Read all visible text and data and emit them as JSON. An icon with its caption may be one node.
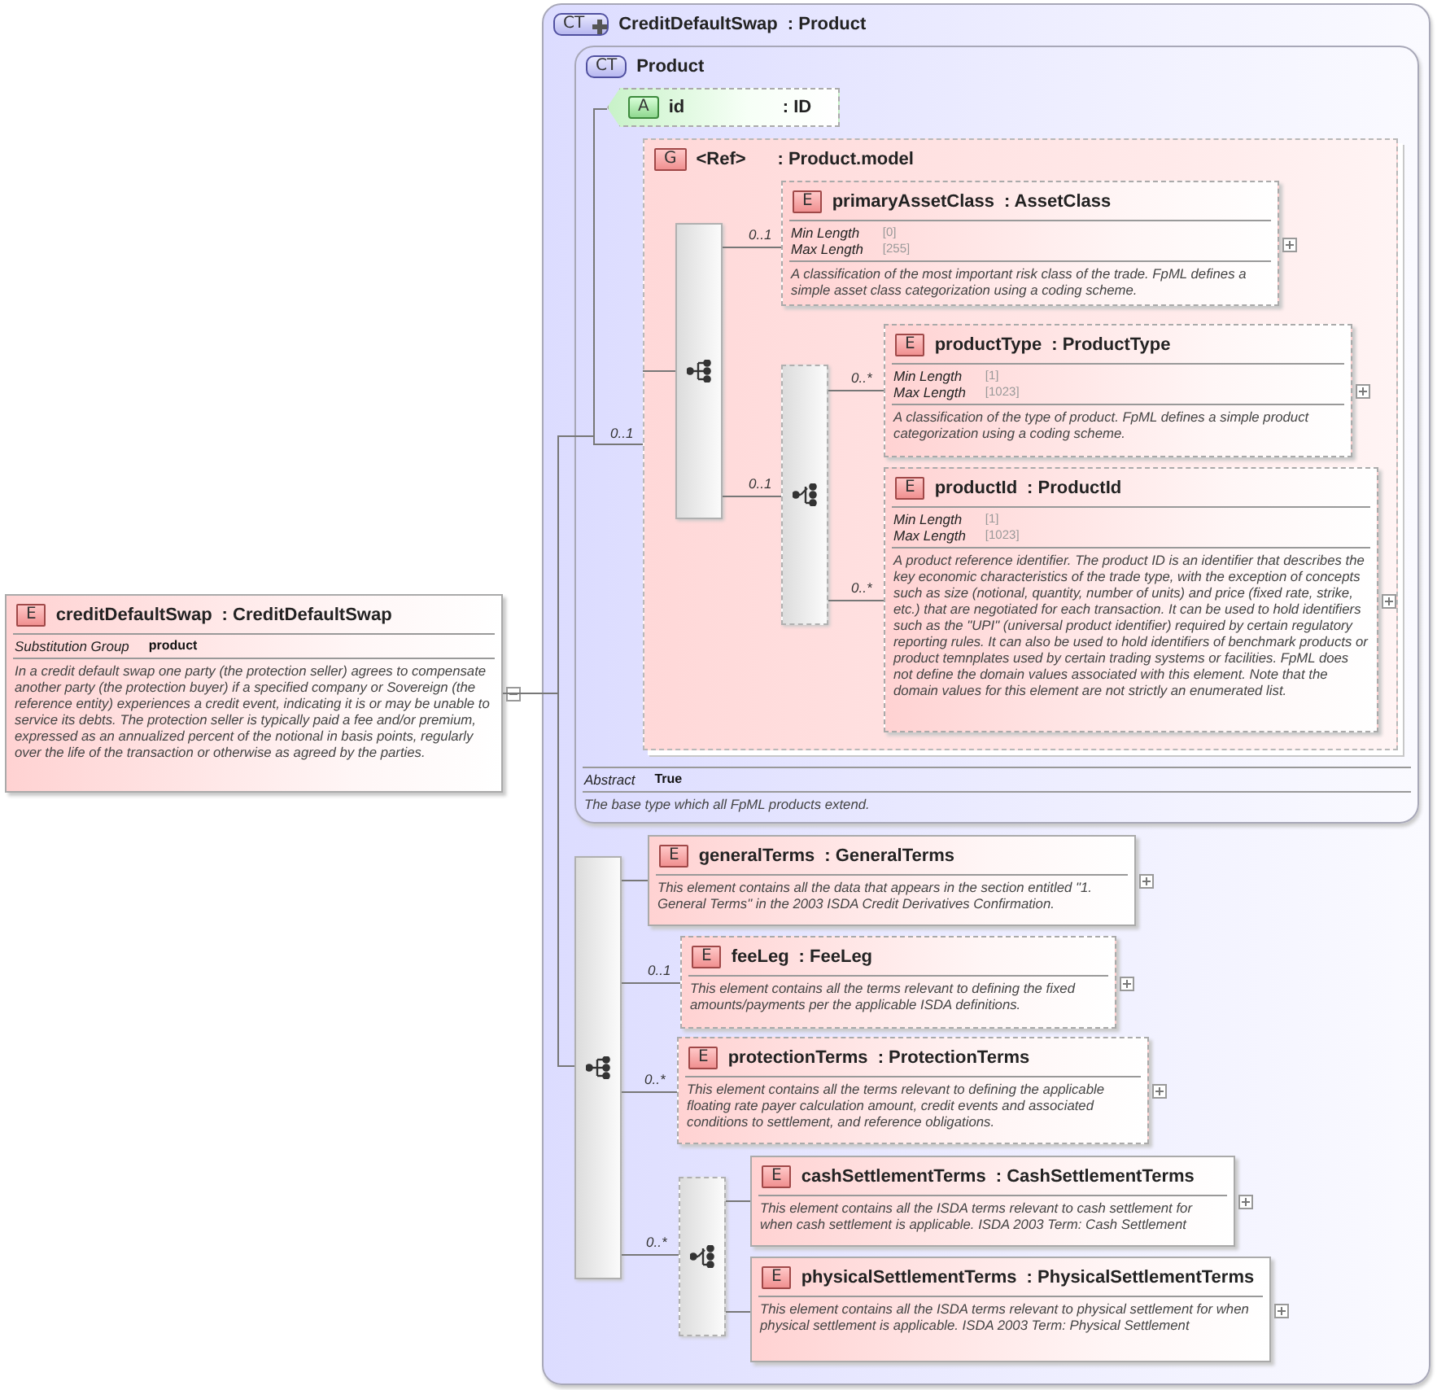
{
  "diagram": {
    "nodes": [
      {
        "text": [
          "E",
          "creditDefaultSwap",
          ": CreditDefaultSwap",
          "Substitution Group",
          "product",
          "In a credit default swap one party (the protection seller) agrees to compensate another party (the protection buyer) if a specified company or Sovereign (the reference entity) experiences a credit event, indicating it is or may be unable to service its debts. The protection seller is typically paid a fee and/or premium, expressed as an annualized percent of the notional in basis points, regularly over the life of the transaction or otherwise as agreed by the parties."
        ]
      },
      {
        "text": [
          "CT",
          "CreditDefaultSwap",
          ": Product"
        ]
      },
      {
        "text": [
          "CT",
          "Product",
          "Abstract",
          "True",
          "The base type which all FpML products extend."
        ],
        "in": 1
      },
      {
        "text": [
          "A",
          "id",
          ": ID"
        ],
        "in": 2
      },
      {
        "text": [
          "G",
          "<Ref>",
          ": Product.model"
        ],
        "in": 2
      },
      {
        "text": [],
        "shape": "bar",
        "in": 4
      },
      {
        "text": [
          "E",
          "primaryAssetClass",
          ": AssetClass",
          "Min Length",
          "[0]",
          "Max Length",
          "[255]",
          "A classification of the most important risk class of the trade. FpML defines a simple asset class categorization using a coding scheme."
        ],
        "in": 4
      },
      {
        "text": [],
        "shape": "bar",
        "in": 4
      },
      {
        "text": [
          "E",
          "productType",
          ": ProductType",
          "Min Length",
          "[1]",
          "Max Length",
          "[1023]",
          "A classification of the type of product. FpML defines a simple product categorization using a coding scheme."
        ],
        "in": 4
      },
      {
        "text": [
          "E",
          "productId",
          ": ProductId",
          "Min Length",
          "[1]",
          "Max Length",
          "[1023]",
          "A product reference identifier. The product ID is an identifier that describes the key economic characteristics of the trade type, with the exception of concepts such as size (notional, quantity, number of units) and price (fixed rate, strike, etc.) that are negotiated for each transaction. It can be used to hold identifiers such as the \"UPI\" (universal product identifier) required by certain regulatory reporting rules. It can also be used to hold identifiers of benchmark products or product temnplates used by certain trading systems or facilities. FpML does not define the domain values associated with this element. Note that the domain values for this element are not strictly an enumerated list."
        ],
        "in": 4
      },
      {
        "text": [],
        "shape": "bar",
        "in": 1
      },
      {
        "text": [
          "E",
          "generalTerms",
          ": GeneralTerms",
          "This element contains all the data that appears in the section entitled \"1. General Terms\" in the 2003 ISDA Credit Derivatives Confirmation."
        ],
        "in": 1
      },
      {
        "text": [
          "E",
          "feeLeg",
          ": FeeLeg",
          "This element contains all the terms relevant to defining the fixed amounts/payments per the applicable ISDA definitions."
        ],
        "in": 1
      },
      {
        "text": [
          "E",
          "protectionTerms",
          ": ProtectionTerms",
          "This element contains all the terms relevant to defining the applicable floating rate payer calculation amount, credit events and associated conditions to settlement, and reference obligations."
        ],
        "in": 1
      },
      {
        "text": [],
        "shape": "bar",
        "in": 1
      },
      {
        "text": [
          "E",
          "cashSettlementTerms",
          ": CashSettlementTerms",
          "This element contains all the ISDA terms relevant to cash settlement for when cash settlement is applicable. ISDA 2003 Term: Cash Settlement"
        ],
        "in": 1
      },
      {
        "text": [
          "E",
          "physicalSettlementTerms",
          ": PhysicalSettlementTerms",
          "This element contains all the ISDA terms relevant to physical settlement for when physical settlement is applicable. ISDA 2003 Term: Physical Settlement"
        ],
        "in": 1
      }
    ],
    "edges": [
      {
        "from": 0,
        "to": 3,
        "arrow": "none"
      },
      {
        "from": 0,
        "to": 4,
        "arrow": "none",
        "label": "0..1"
      },
      {
        "from": 0,
        "to": 10,
        "arrow": "none"
      },
      {
        "from": 4,
        "to": 5,
        "arrow": "none"
      },
      {
        "from": 5,
        "to": 6,
        "arrow": "none",
        "label": "0..1"
      },
      {
        "from": 5,
        "to": 7,
        "arrow": "none",
        "label": "0..1"
      },
      {
        "from": 7,
        "to": 8,
        "arrow": "none",
        "label": "0..*"
      },
      {
        "from": 7,
        "to": 9,
        "arrow": "none",
        "label": "0..*"
      },
      {
        "from": 10,
        "to": 11,
        "arrow": "none"
      },
      {
        "from": 10,
        "to": 12,
        "arrow": "none",
        "label": "0..1"
      },
      {
        "from": 10,
        "to": 13,
        "arrow": "none",
        "label": "0..*"
      },
      {
        "from": 10,
        "to": 14,
        "arrow": "none",
        "label": "0..*"
      },
      {
        "from": 14,
        "to": 15,
        "arrow": "none"
      },
      {
        "from": 14,
        "to": 16,
        "arrow": "none"
      }
    ]
  }
}
